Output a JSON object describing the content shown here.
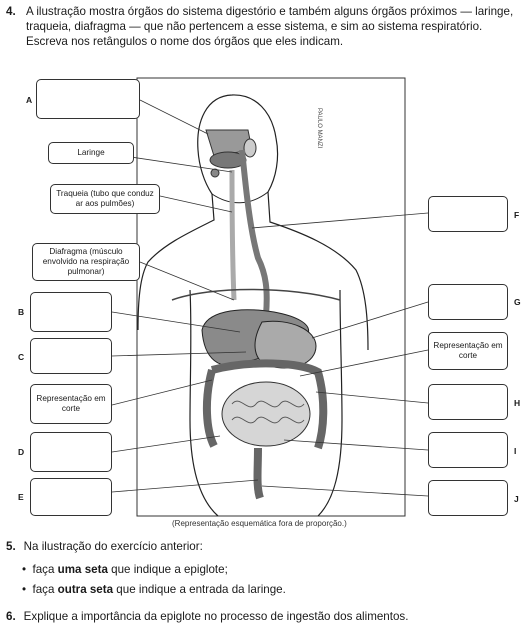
{
  "q4": {
    "number": "4.",
    "text": "A ilustração mostra órgãos do sistema digestório e também alguns órgãos próximos — laringe, traqueia, diafragma — que não pertencem a esse sistema, e sim ao sistema respiratório. Escreva nos retângulos o nome dos órgãos que eles indicam."
  },
  "figure": {
    "credit": "PAULO MANZI",
    "boxes": {
      "laringe": "Laringe",
      "traqueia": "Traqueia (tubo que conduz ar aos pulmões)",
      "diafragma": "Diafragma (músculo envolvido na respiração pulmonar)",
      "rep_left": "Representação em corte",
      "rep_right": "Representação em corte"
    },
    "letters": {
      "A": "A",
      "B": "B",
      "C": "C",
      "D": "D",
      "E": "E",
      "F": "F",
      "G": "G",
      "H": "H",
      "I": "I",
      "J": "J"
    },
    "caption": "(Representação esquemática fora de proporção.)"
  },
  "q5": {
    "number": "5.",
    "text": "Na ilustração do exercício anterior:",
    "b1_pre": "faça ",
    "b1_bold": "uma seta",
    "b1_post": " que indique a epiglote;",
    "b2_pre": "faça ",
    "b2_bold": "outra seta",
    "b2_post": " que indique a entrada da laringe."
  },
  "q6": {
    "number": "6.",
    "text": "Explique a importância da epiglote no processo de ingestão dos alimentos."
  }
}
